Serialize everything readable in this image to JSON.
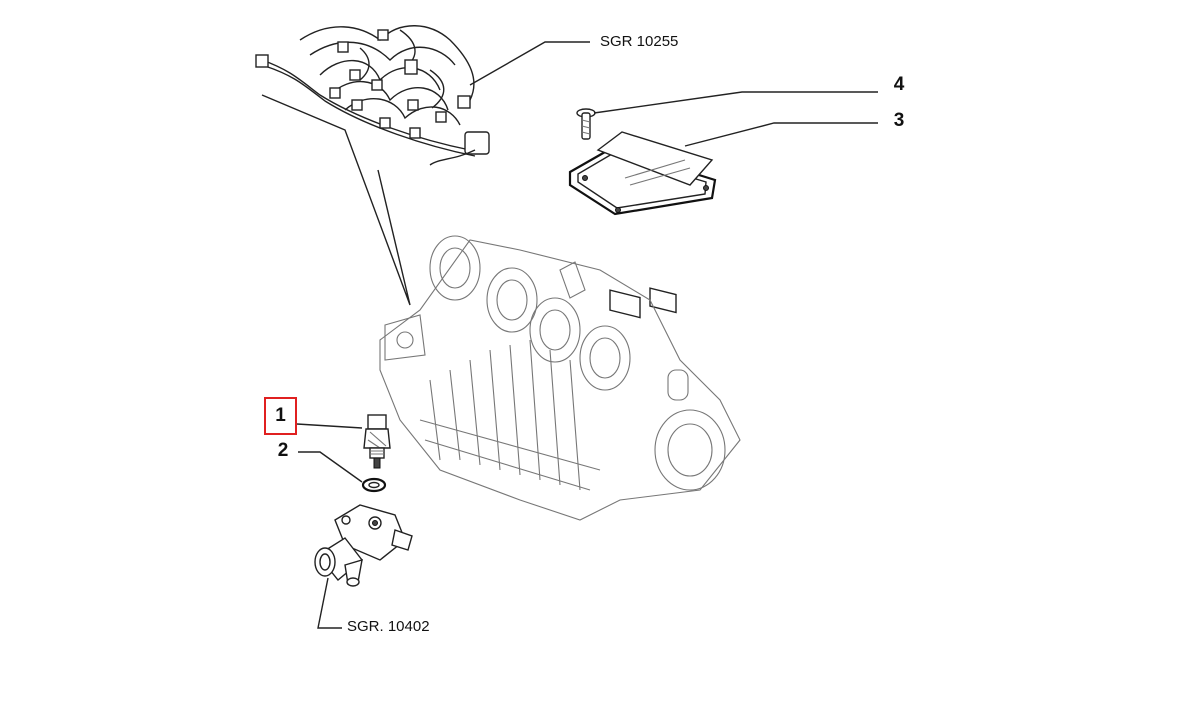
{
  "callouts": {
    "ref_top": "SGR 10255",
    "ref_bottom": "SGR. 10402",
    "num_1": "1",
    "num_2": "2",
    "num_3": "3",
    "num_4": "4"
  },
  "colors": {
    "highlight": "#e02020",
    "line": "#222222",
    "background": "#ffffff"
  }
}
